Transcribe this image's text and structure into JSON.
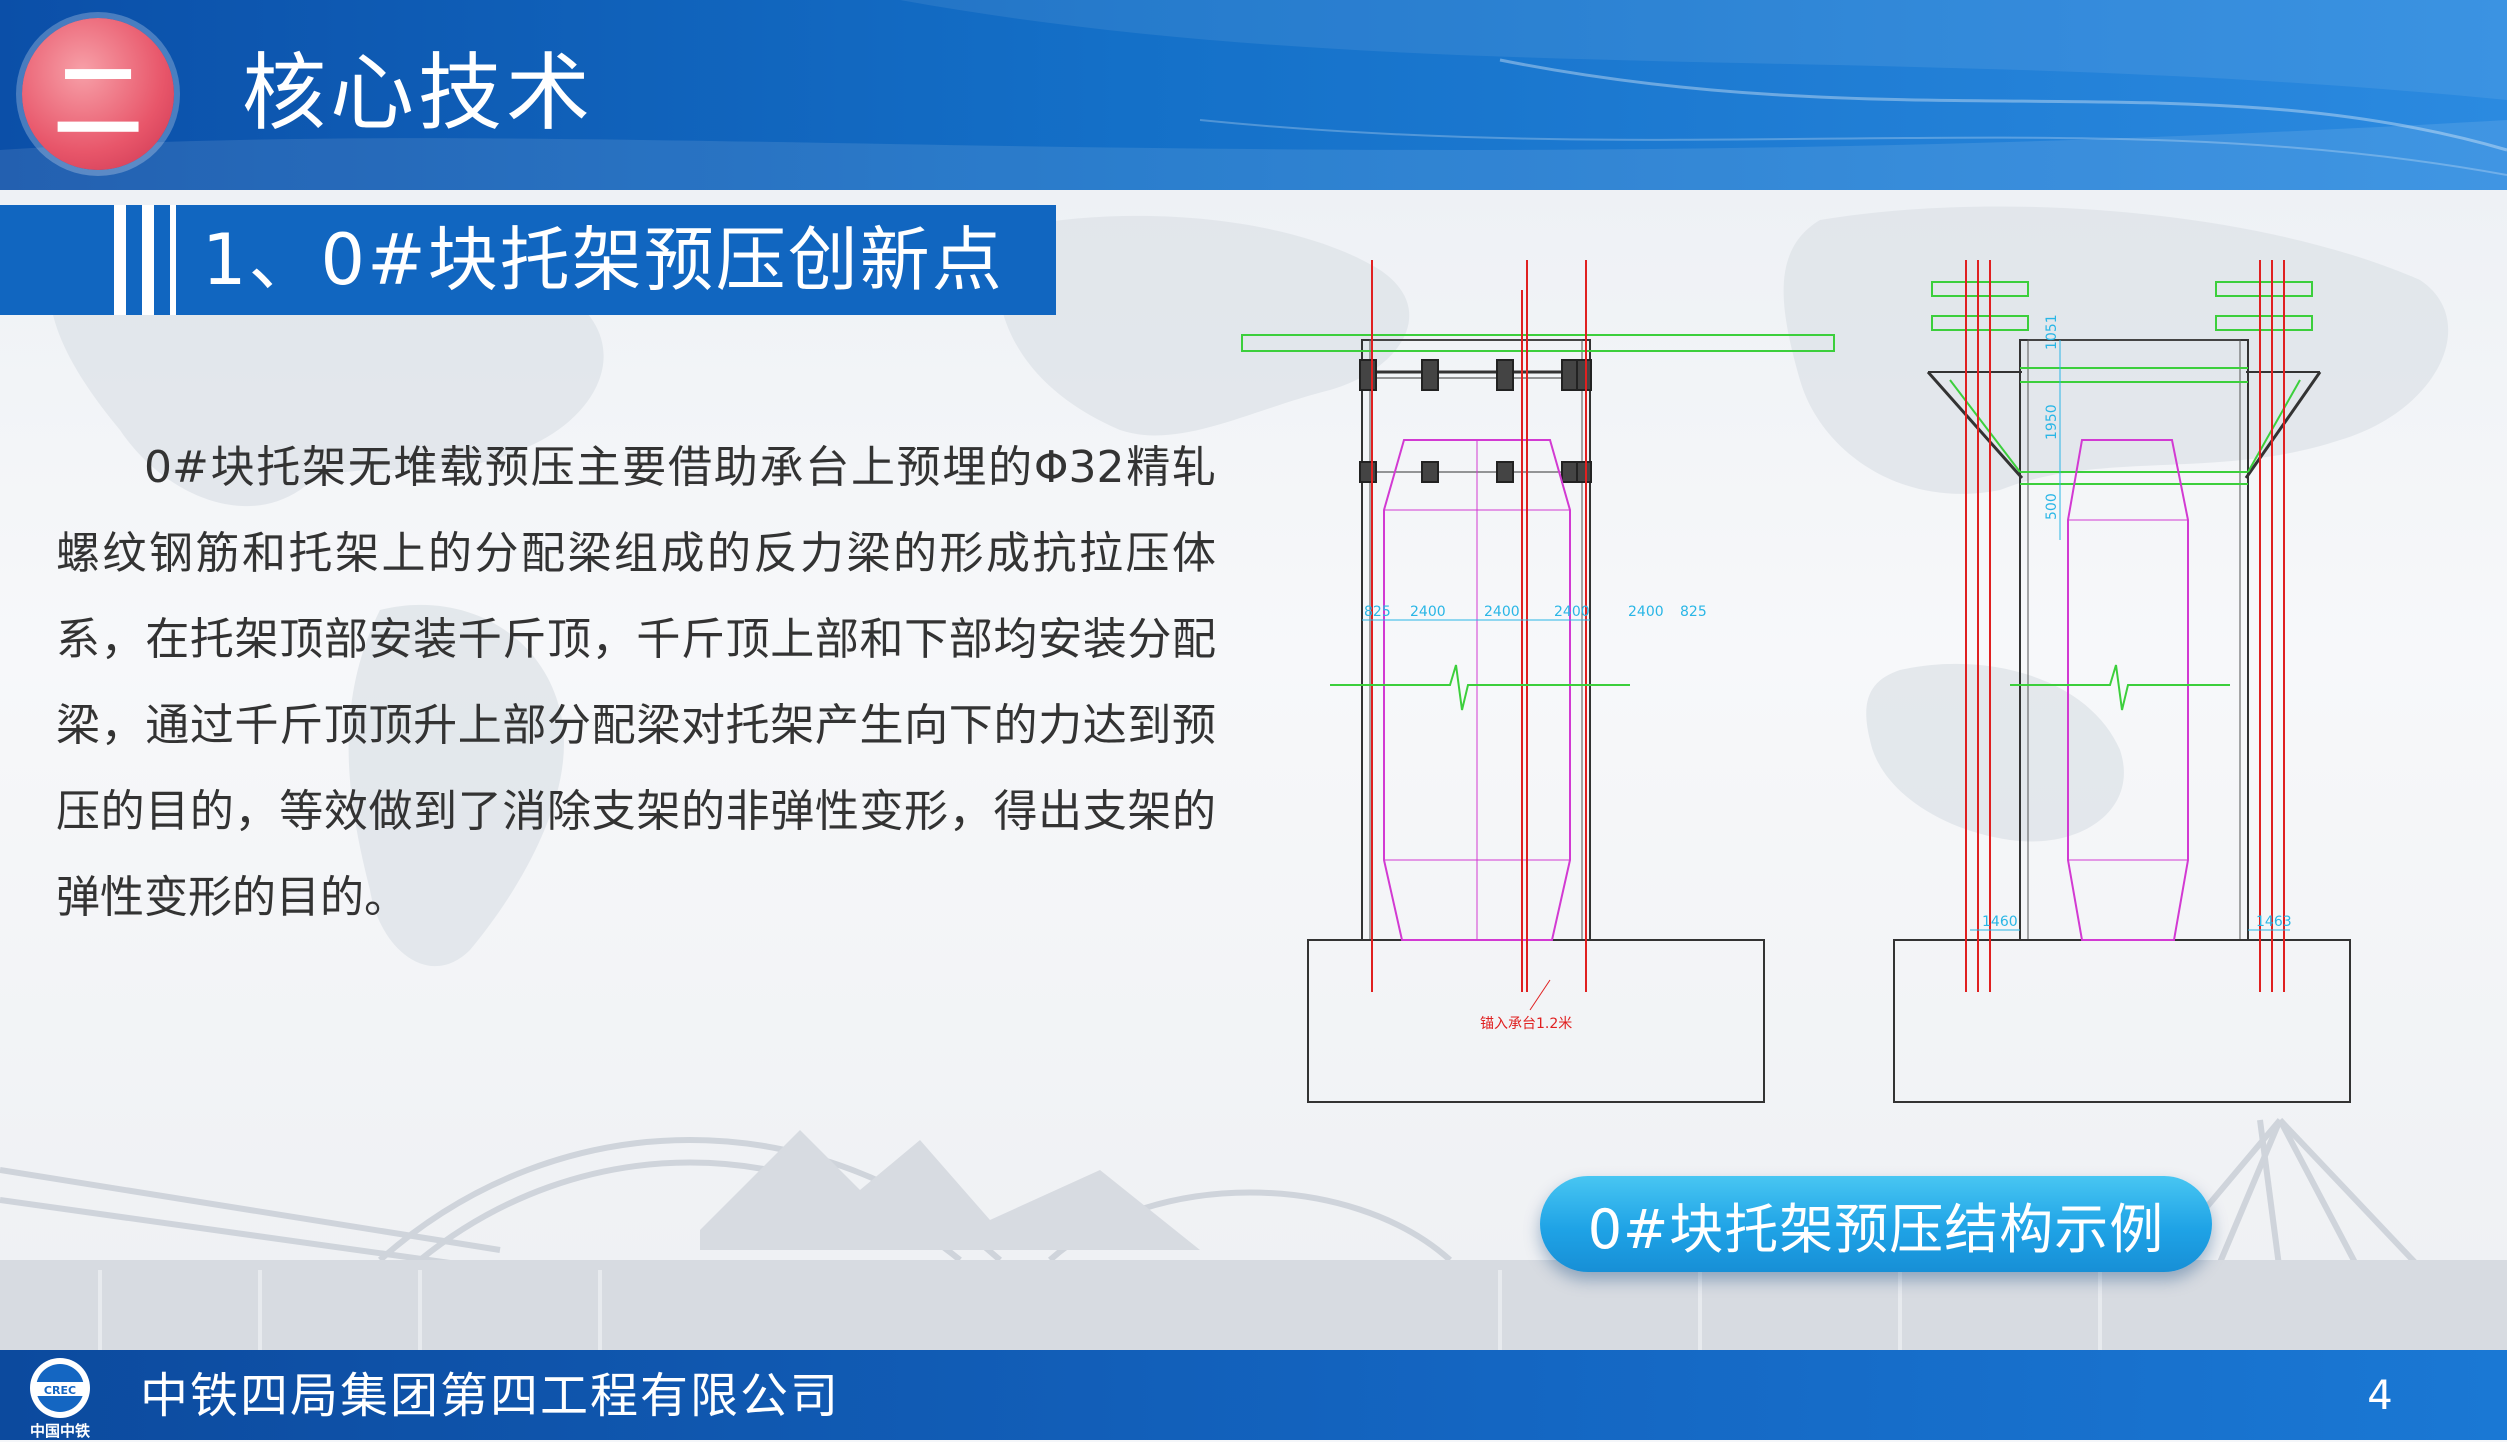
{
  "header": {
    "section_number": "二",
    "section_title": "核心技术"
  },
  "subtitle": "1、0#块托架预压创新点",
  "body_text": "0#块托架无堆载预压主要借助承台上预埋的Φ32精轧螺纹钢筋和托架上的分配梁组成的反力梁的形成抗拉压体系，在托架顶部安装千斤顶，千斤顶上部和下部均安装分配梁，通过千斤顶顶升上部分配梁对托架产生向下的力达到预压的目的，等效做到了消除支架的非弹性变形，得出支架的弹性变形的目的。",
  "diagram": {
    "dim_labels_left": [
      "825",
      "2400",
      "2400",
      "2400",
      "2400",
      "825"
    ],
    "anchor_note": "锚入承台1.2米",
    "dim_labels_right_vertical": [
      "1051",
      "1950",
      "500"
    ],
    "dim_labels_bottom_right": [
      "1460",
      "1463"
    ]
  },
  "caption": "0#块托架预压结构示例",
  "footer": {
    "company": "中铁四局集团第四工程有限公司",
    "page_number": "4",
    "logo_text": "中国中铁",
    "logo_mark": "CREC"
  },
  "colors": {
    "header_blue": "#1166c0",
    "badge_red": "#e8566a",
    "caption_cyan": "#1fa3e6",
    "rebar_red": "#e02020",
    "beam_green": "#3ccf3c",
    "outline_magenta": "#d23ad2",
    "dim_cyan": "#29b6e6"
  }
}
